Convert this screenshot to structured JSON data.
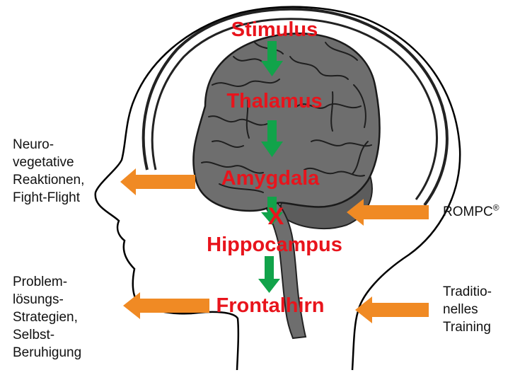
{
  "flow_steps": [
    "Stimulus",
    "Thalamus",
    "Amygdala",
    "Hippocampus",
    "Frontalhirn"
  ],
  "blocked_marker": "X",
  "left_labels": {
    "reactions": "Neuro-\nvegetative\nReaktionen,\nFight-Flight",
    "problem_solving": "Problem-\nlösungs-\nStrategien,\nSelbst-\nBeruhigung"
  },
  "right_labels": {
    "rompc": "ROMPC",
    "rompc_mark": "®",
    "training": "Traditio-\nnelles\nTraining"
  },
  "colors": {
    "label_red": "#e8141c",
    "flow_arrow_green": "#11a34a",
    "influence_arrow_orange": "#f08a24",
    "brain_gray": "#6e6e6e",
    "cerebellum_gray": "#5c5c5c",
    "outline": "#000000"
  },
  "icons": [
    "head-profile",
    "brain",
    "flow-arrow-down",
    "influence-arrow-left"
  ]
}
